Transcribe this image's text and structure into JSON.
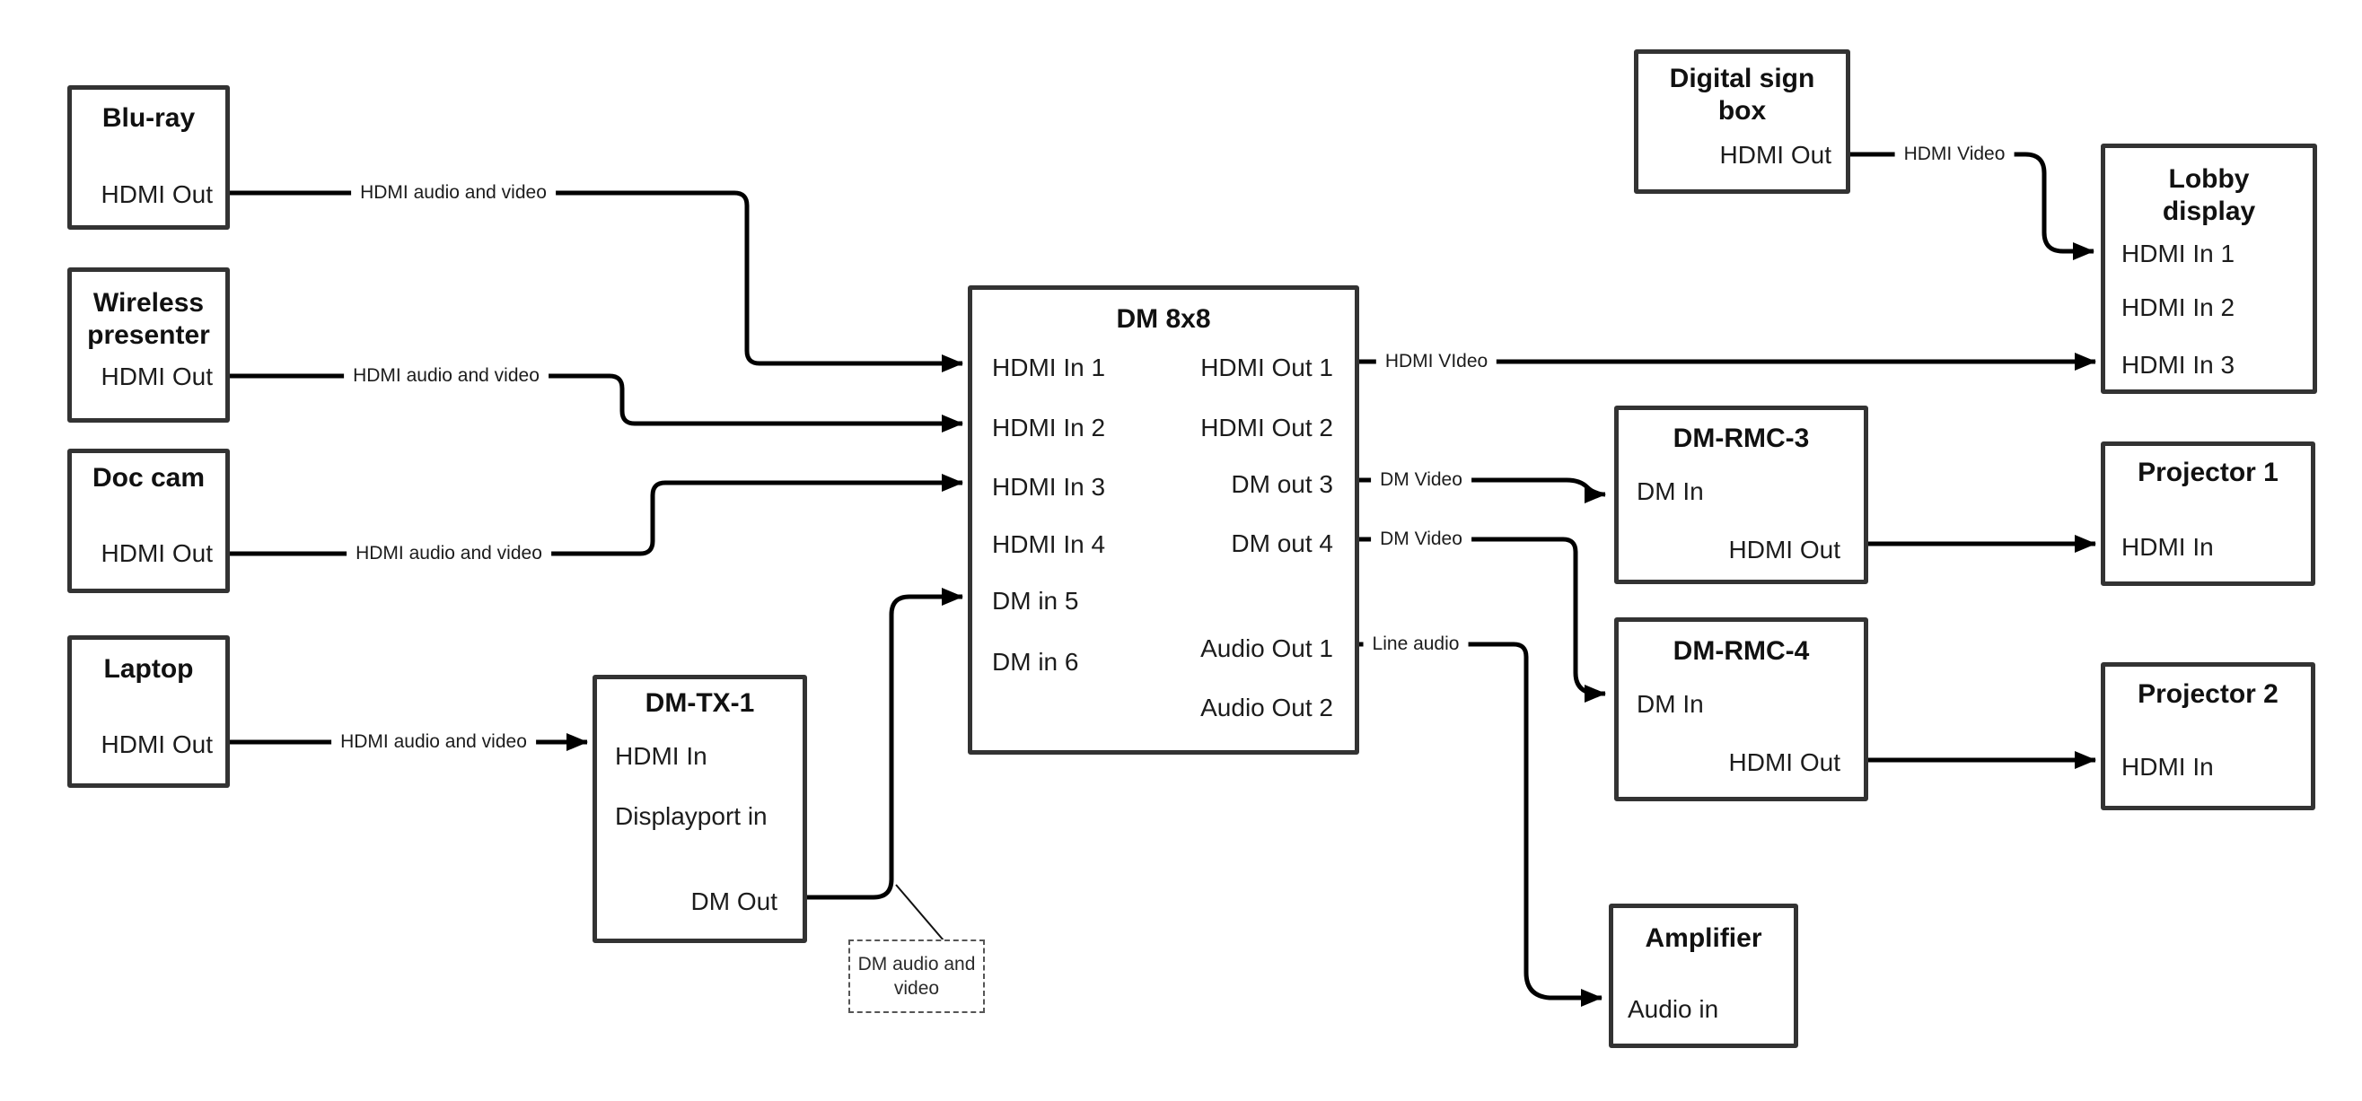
{
  "nodes": {
    "bluray": {
      "title": "Blu-ray",
      "ports": {
        "hdmi_out": "HDMI Out"
      }
    },
    "wireless_presenter": {
      "title": "Wireless\npresenter",
      "ports": {
        "hdmi_out": "HDMI Out"
      }
    },
    "doc_cam": {
      "title": "Doc cam",
      "ports": {
        "hdmi_out": "HDMI Out"
      }
    },
    "laptop": {
      "title": "Laptop",
      "ports": {
        "hdmi_out": "HDMI Out"
      }
    },
    "dm_tx_1": {
      "title": "DM-TX-1",
      "ports": {
        "hdmi_in": "HDMI In",
        "displayport_in": "Displayport in",
        "dm_out": "DM Out"
      }
    },
    "dm_8x8": {
      "title": "DM 8x8",
      "ports": {
        "hdmi_in_1": "HDMI In 1",
        "hdmi_in_2": "HDMI In 2",
        "hdmi_in_3": "HDMI In 3",
        "hdmi_in_4": "HDMI In 4",
        "dm_in_5": "DM in 5",
        "dm_in_6": "DM in 6",
        "hdmi_out_1": "HDMI Out 1",
        "hdmi_out_2": "HDMI Out 2",
        "dm_out_3": "DM out 3",
        "dm_out_4": "DM out 4",
        "audio_out_1": "Audio Out 1",
        "audio_out_2": "Audio Out 2"
      }
    },
    "digital_sign_box": {
      "title": "Digital sign\nbox",
      "ports": {
        "hdmi_out": "HDMI Out"
      }
    },
    "lobby_display": {
      "title": "Lobby\ndisplay",
      "ports": {
        "hdmi_in_1": "HDMI In 1",
        "hdmi_in_2": "HDMI In 2",
        "hdmi_in_3": "HDMI In 3"
      }
    },
    "dm_rmc_3": {
      "title": "DM-RMC-3",
      "ports": {
        "dm_in": "DM In",
        "hdmi_out": "HDMI Out"
      }
    },
    "dm_rmc_4": {
      "title": "DM-RMC-4",
      "ports": {
        "dm_in": "DM In",
        "hdmi_out": "HDMI Out"
      }
    },
    "projector_1": {
      "title": "Projector 1",
      "ports": {
        "hdmi_in": "HDMI In"
      }
    },
    "projector_2": {
      "title": "Projector 2",
      "ports": {
        "hdmi_in": "HDMI In"
      }
    },
    "amplifier": {
      "title": "Amplifier",
      "ports": {
        "audio_in": "Audio in"
      }
    }
  },
  "wire_labels": {
    "bluray_to_dm8x8": "HDMI audio and video",
    "wireless_to_dm8x8": "HDMI audio and video",
    "doc_cam_to_dm8x8": "HDMI audio and video",
    "laptop_to_dmtx1": "HDMI audio and video",
    "hdmi_out_1": "HDMI VIdeo",
    "dm_out_3": "DM Video",
    "dm_out_4": "DM Video",
    "audio_out_1": "Line audio",
    "sign_box_to_lobby": "HDMI Video"
  },
  "annotation": {
    "dm_audio_video": "DM audio and\nvideo"
  },
  "colors": {
    "wire": "#000000",
    "box_border": "#333333",
    "text": "#1c1c1c",
    "background": "#ffffff"
  }
}
